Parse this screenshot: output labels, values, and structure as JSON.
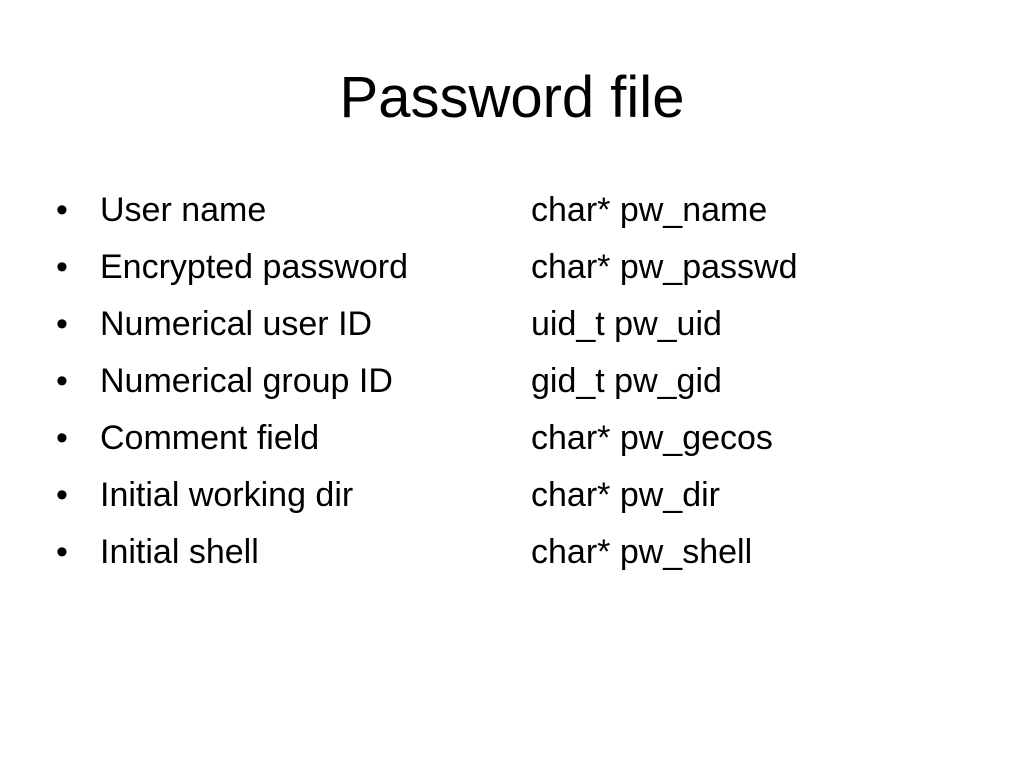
{
  "slide": {
    "title": "Password file",
    "bullet_glyph": "•",
    "items": [
      {
        "label": "User name",
        "type": "char* pw_name"
      },
      {
        "label": "Encrypted password",
        "type": "char* pw_passwd"
      },
      {
        "label": "Numerical user ID",
        "type": "uid_t pw_uid"
      },
      {
        "label": "Numerical group ID",
        "type": "gid_t pw_gid"
      },
      {
        "label": "Comment field",
        "type": "char* pw_gecos"
      },
      {
        "label": "Initial working dir",
        "type": "char* pw_dir"
      },
      {
        "label": "Initial shell",
        "type": "char* pw_shell"
      }
    ]
  },
  "colors": {
    "background": "#ffffff",
    "text": "#000000"
  }
}
